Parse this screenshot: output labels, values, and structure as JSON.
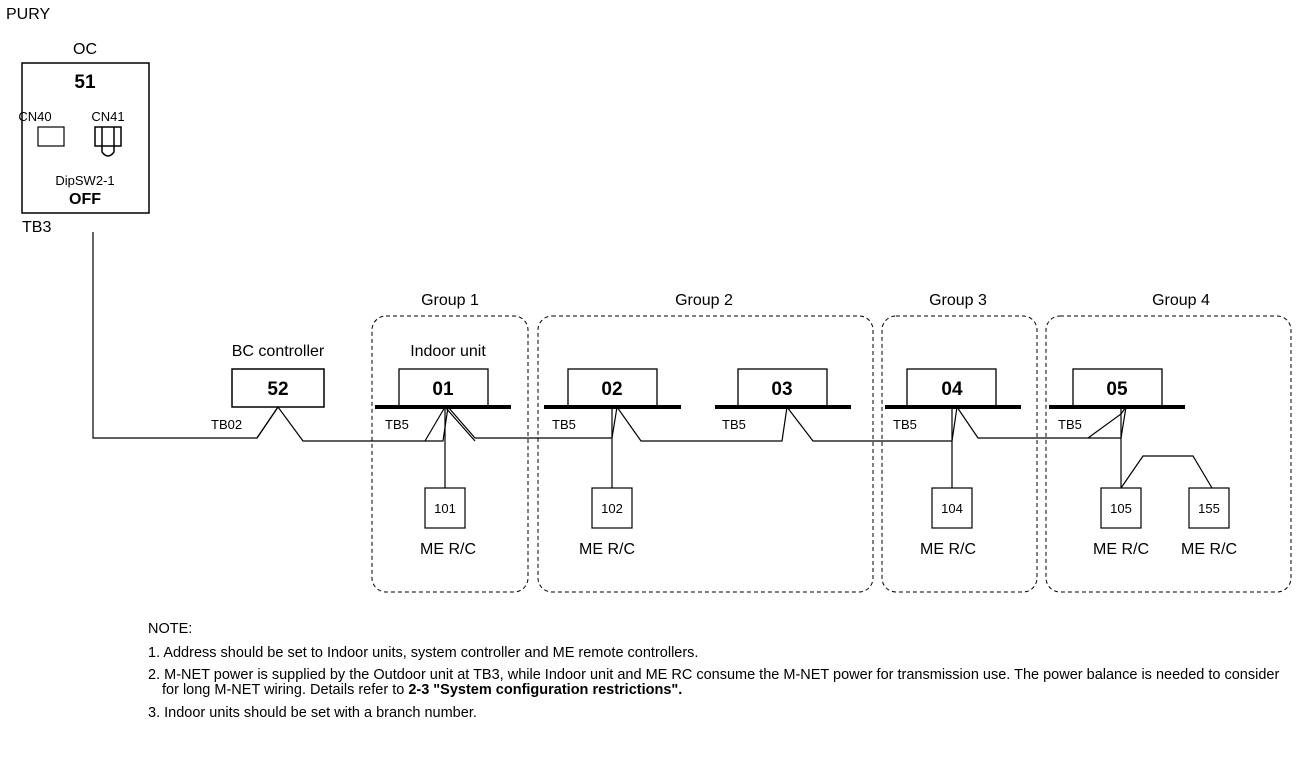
{
  "top_label": "PURY",
  "outdoor": {
    "tag": "OC",
    "address": "51",
    "cn40": "CN40",
    "cn41": "CN41",
    "dipsw": "DipSW2-1",
    "dipsw_state": "OFF",
    "terminal": "TB3"
  },
  "bc_controller": {
    "label": "BC controller",
    "address": "52",
    "terminal": "TB02"
  },
  "indoor_unit_label": "Indoor unit",
  "groups": [
    "Group 1",
    "Group 2",
    "Group 3",
    "Group 4"
  ],
  "indoor_units": [
    {
      "address": "01",
      "terminal": "TB5"
    },
    {
      "address": "02",
      "terminal": "TB5"
    },
    {
      "address": "03",
      "terminal": "TB5"
    },
    {
      "address": "04",
      "terminal": "TB5"
    },
    {
      "address": "05",
      "terminal": "TB5"
    }
  ],
  "remote_controllers": [
    {
      "address": "101",
      "label": "ME R/C"
    },
    {
      "address": "102",
      "label": "ME R/C"
    },
    {
      "address": "104",
      "label": "ME R/C"
    },
    {
      "address": "105",
      "label": "ME R/C"
    },
    {
      "address": "155",
      "label": "ME R/C"
    }
  ],
  "notes": {
    "title": "NOTE:",
    "n1": "1. Address should be set to Indoor units, system controller and ME remote controllers.",
    "n2_text": "2. M-NET power is supplied by the Outdoor unit at TB3, while Indoor unit and ME RC consume the M-NET power for transmission use. The power balance is needed to consider for long M-NET wiring. Details refer to ",
    "n2_bold": "2-3 \"System configuration restrictions\".",
    "n3": "3. Indoor units should be set with a branch number."
  }
}
